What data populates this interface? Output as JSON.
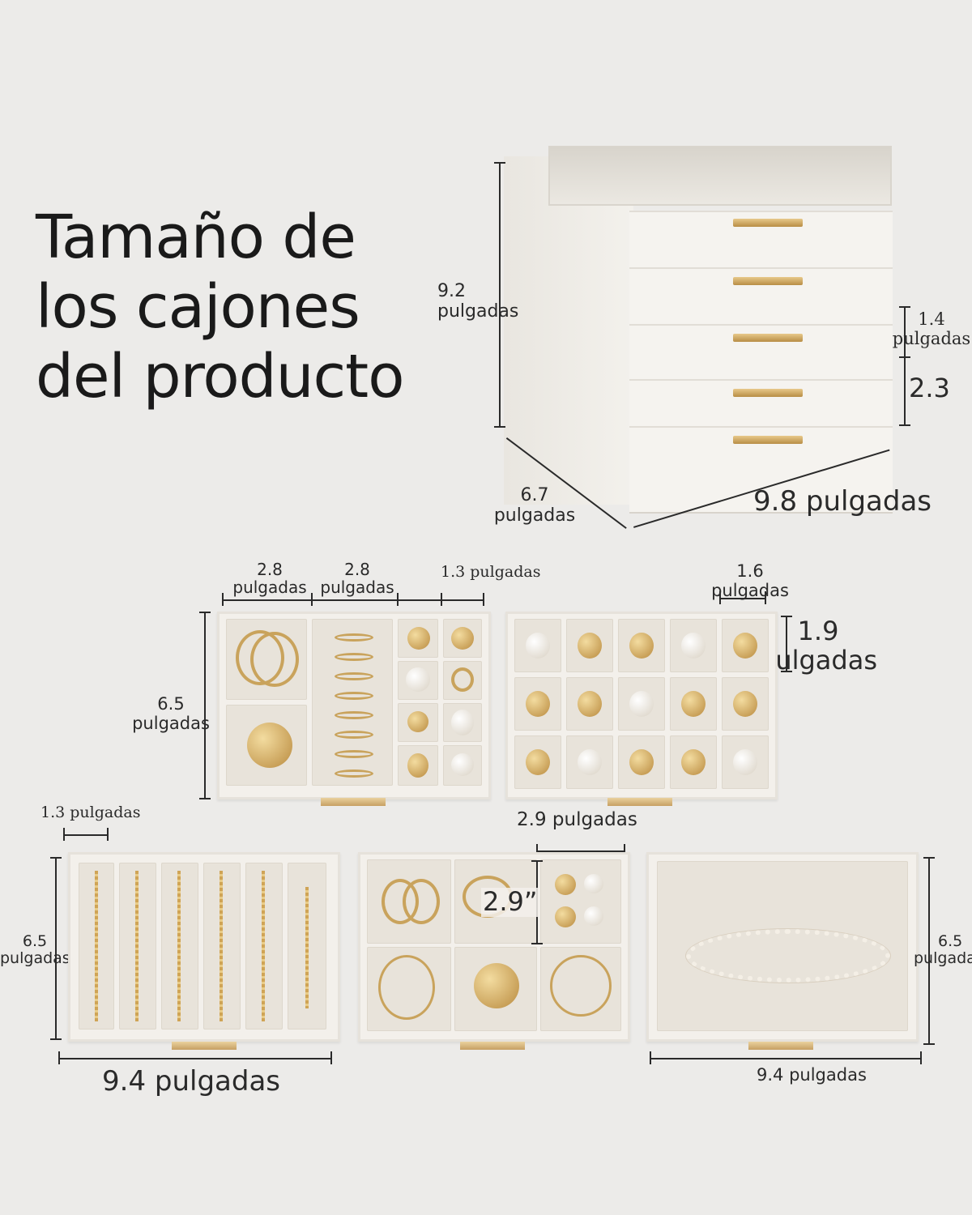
{
  "title": {
    "line1": "Tamaño de",
    "line2": "los cajones",
    "line3": "del producto"
  },
  "cabinet": {
    "height": {
      "value": "9.2",
      "unit": "pulgadas"
    },
    "depth": {
      "value": "6.7",
      "unit": "pulgadas"
    },
    "width": "9.8 pulgadas",
    "top_drawer": {
      "value": "1.4",
      "unit": "pulgadas"
    },
    "drawer_height": "2.3"
  },
  "tray1": {
    "width_a": {
      "value": "2.8",
      "unit": "pulgadas"
    },
    "width_b": {
      "value": "2.8",
      "unit": "pulgadas"
    },
    "width_c": "1.3 pulgadas",
    "depth": {
      "value": "6.5",
      "unit": "pulgadas"
    }
  },
  "tray2": {
    "cell_width": {
      "value": "1.6",
      "unit": "pulgadas"
    },
    "cell_depth": {
      "value": "1.9",
      "unit": "pulgadas"
    },
    "bottom": "2.9 pulgadas"
  },
  "tray3": {
    "slot_width": "1.3 pulgadas",
    "depth": {
      "value": "6.5",
      "unit": "pulgadas"
    },
    "width": "9.4 pulgadas"
  },
  "tray4": {
    "cell_height": "2.9”"
  },
  "tray5": {
    "depth": {
      "value": "6.5",
      "unit": "pulgadas"
    },
    "width": "9.4 pulgadas"
  },
  "colors": {
    "background": "#ecebe9",
    "velvet": "#e8e3da",
    "gold": "#c9a35c"
  }
}
